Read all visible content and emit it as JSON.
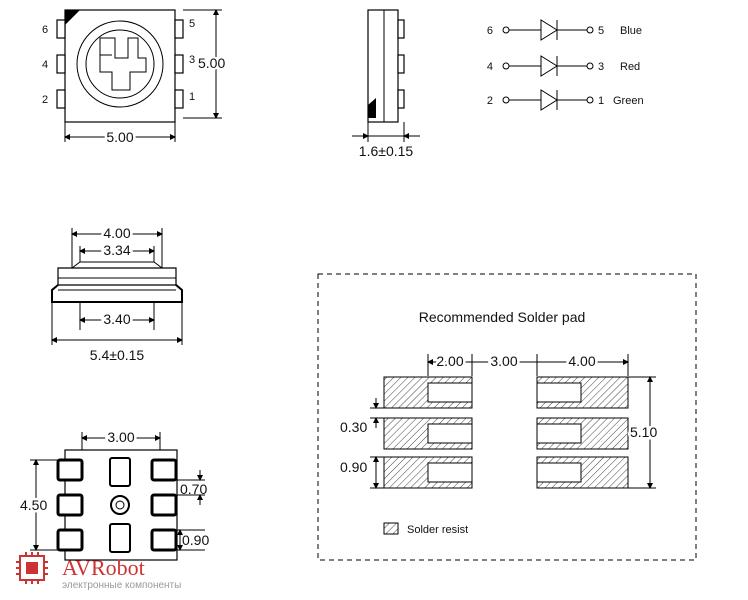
{
  "top_view": {
    "pins_left": [
      "6",
      "4",
      "2"
    ],
    "pins_right": [
      "5",
      "3",
      "1"
    ],
    "dim_width": "5.00",
    "dim_height": "5.00"
  },
  "side_view": {
    "dim_thickness": "1.6±0.15"
  },
  "schematic": {
    "rows": [
      {
        "anode": "6",
        "cathode": "5",
        "color": "Blue"
      },
      {
        "anode": "4",
        "cathode": "3",
        "color": "Red"
      },
      {
        "anode": "2",
        "cathode": "1",
        "color": "Green"
      }
    ]
  },
  "front_view": {
    "dim_top_outer": "4.00",
    "dim_top_inner": "3.34",
    "dim_bottom_inner": "3.40",
    "dim_overall": "5.4±0.15"
  },
  "bottom_view": {
    "dim_pitch": "3.00",
    "dim_height": "4.50",
    "dim_pad_gap": "0.70",
    "dim_pad_height": "0.90"
  },
  "solder_pad": {
    "title": "Recommended Solder pad",
    "dim_pad_width": "2.00",
    "dim_gap": "3.00",
    "dim_total_width": "4.00",
    "dim_height": "5.10",
    "dim_space": "0.30",
    "dim_pad_height": "0.90",
    "legend": "Solder resist"
  },
  "logo": {
    "name": "AVRobot",
    "tagline": "электронные компоненты",
    "accent": "#cc3333"
  }
}
